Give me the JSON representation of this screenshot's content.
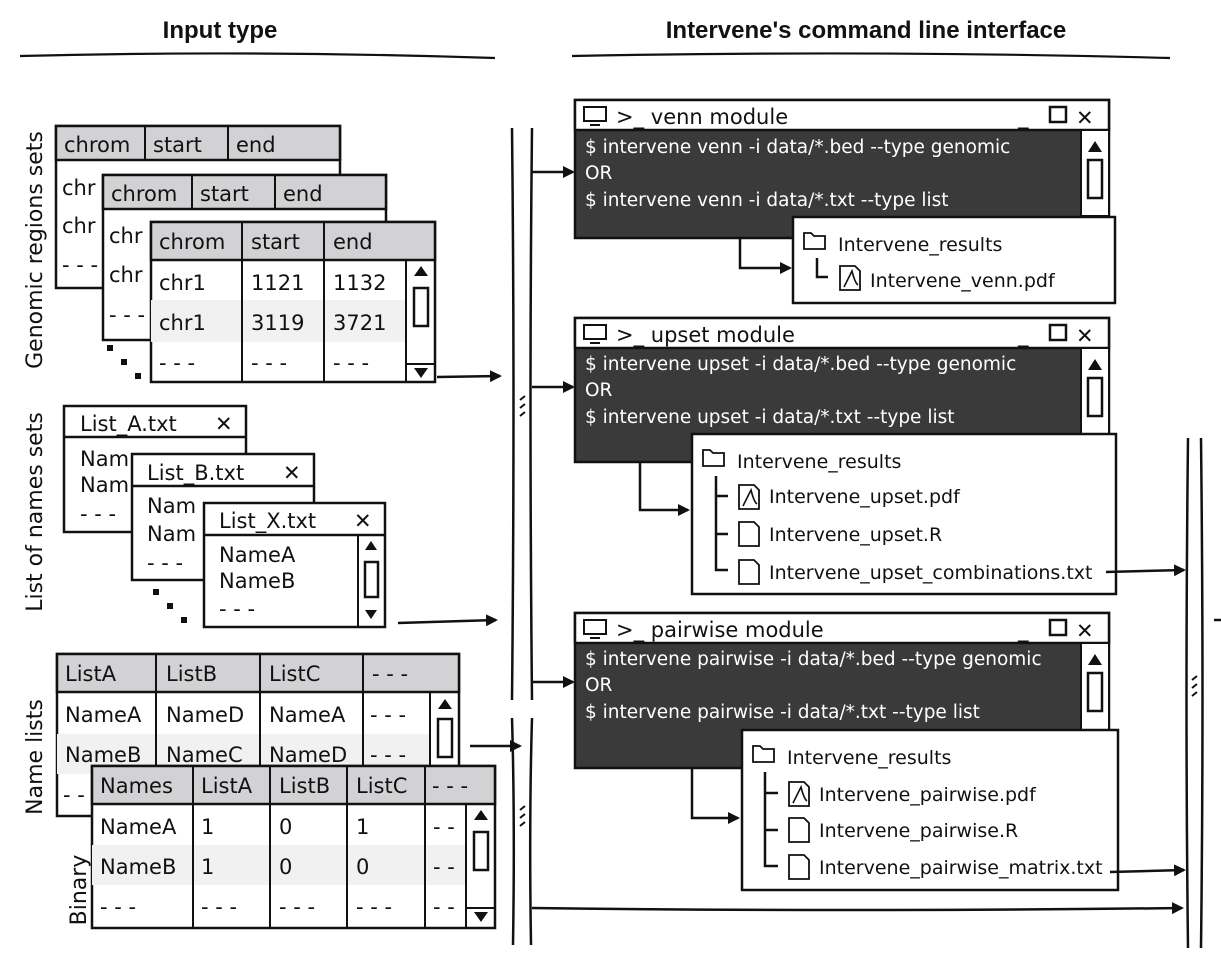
{
  "headers": {
    "input_type": "Input type",
    "cli": "Intervene's command line interface"
  },
  "side_labels": {
    "genomic": "Genomic regions sets",
    "list_names": "List of names sets",
    "name_lists": "Name lists",
    "binary": "Binary"
  },
  "genomic_tables": {
    "columns": [
      "chrom",
      "start",
      "end"
    ],
    "back1_partial": [
      "chr",
      "chr",
      "- - -"
    ],
    "back2_partial": [
      "chr",
      "chr",
      "- - -"
    ],
    "front_rows": [
      [
        "chr1",
        "1121",
        "1132"
      ],
      [
        "chr1",
        "3119",
        "3721"
      ],
      [
        "- - -",
        "- - -",
        "- - -"
      ]
    ]
  },
  "list_windows": {
    "list_a": {
      "title": "List_A.txt",
      "partial": [
        "Nam",
        "Nam",
        "- - -"
      ]
    },
    "list_b": {
      "title": "List_B.txt",
      "partial": [
        "Nam",
        "Nam",
        "- - -"
      ]
    },
    "list_x": {
      "title": "List_X.txt",
      "items": [
        "NameA",
        "NameB",
        "- - -"
      ]
    },
    "close_glyph": "✕"
  },
  "name_lists_table": {
    "columns": [
      "ListA",
      "ListB",
      "ListC",
      "- - -"
    ],
    "rows": [
      [
        "NameA",
        "NameD",
        "NameA",
        "- - -"
      ],
      [
        "NameB",
        "NameC",
        "NameD",
        "- - -"
      ],
      [
        "- -",
        "",
        "",
        ""
      ]
    ]
  },
  "binary_table": {
    "columns": [
      "Names",
      "ListA",
      "ListB",
      "ListC",
      "- - -"
    ],
    "rows": [
      [
        "NameA",
        "1",
        "0",
        "1",
        "- -"
      ],
      [
        "NameB",
        "1",
        "0",
        "0",
        "- -"
      ],
      [
        "- - -",
        "- - -",
        "- - -",
        "- - -",
        "- -"
      ]
    ]
  },
  "modules": {
    "venn": {
      "title": ">_ venn module",
      "lines": [
        "$ intervene venn -i data/*.bed --type genomic",
        "OR",
        "$ intervene venn -i data/*.txt --type list"
      ],
      "folder": "Intervene_results",
      "files": [
        "Intervene_venn.pdf"
      ]
    },
    "upset": {
      "title": ">_ upset module",
      "lines": [
        "$ intervene upset -i data/*.bed --type genomic",
        "OR",
        "$ intervene upset -i data/*.txt --type list"
      ],
      "folder": "Intervene_results",
      "files": [
        "Intervene_upset.pdf",
        "Intervene_upset.R",
        "Intervene_upset_combinations.txt"
      ]
    },
    "pairwise": {
      "title": ">_ pairwise module",
      "lines": [
        "$ intervene pairwise -i data/*.bed --type genomic",
        "OR",
        "$ intervene pairwise -i data/*.txt --type list"
      ],
      "folder": "Intervene_results",
      "files": [
        "Intervene_pairwise.pdf",
        "Intervene_pairwise.R",
        "Intervene_pairwise_matrix.txt"
      ]
    }
  },
  "window_controls": {
    "minimize": "_",
    "maximize": "☐",
    "close": "✕"
  },
  "colors": {
    "header_gray": "#d2d2d4",
    "terminal": "#3a3a3a",
    "row_alt": "#f1f1f1",
    "ink": "#111111"
  }
}
